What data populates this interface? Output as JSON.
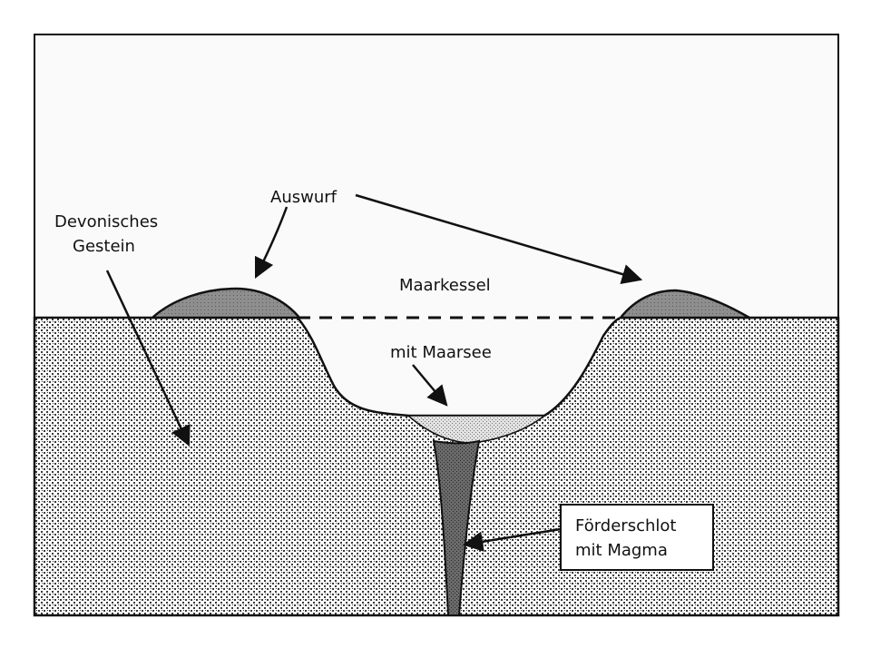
{
  "labels": {
    "auswurf": "Auswurf",
    "devonisches_line1": "Devonisches",
    "devonisches_line2": "Gestein",
    "maarkessel": "Maarkessel",
    "maarsee": "mit Maarsee",
    "foerderschlot_line1": "Förderschlot",
    "foerderschlot_line2": "mit Magma"
  },
  "colors": {
    "outline": "#111111",
    "sky": "#fafafa",
    "rock_dot": "#3a3a3a",
    "ejecta": "#8e8e8e",
    "lake": "#d9d9d9",
    "magma": "#555555"
  }
}
